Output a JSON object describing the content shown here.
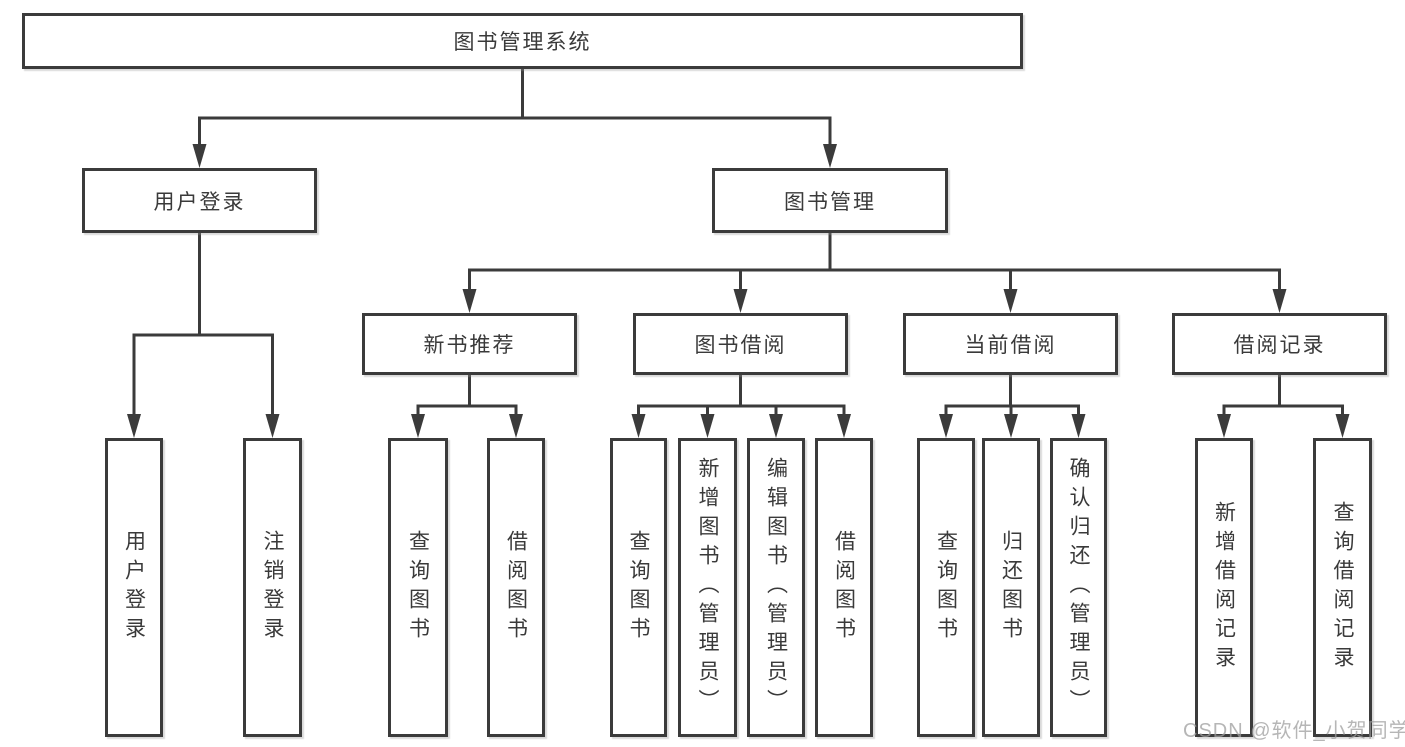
{
  "diagram": {
    "root": "图书管理系统",
    "level2": [
      {
        "label": "用户登录"
      },
      {
        "label": "图书管理"
      }
    ],
    "level3": [
      {
        "label": "新书推荐"
      },
      {
        "label": "图书借阅"
      },
      {
        "label": "当前借阅"
      },
      {
        "label": "借阅记录"
      }
    ],
    "leaves": {
      "user_login": [
        "用户登录",
        "注销登录"
      ],
      "new_book": [
        "查询图书",
        "借阅图书"
      ],
      "book_borrow": [
        "查询图书",
        "新增图书（管理员）",
        "编辑图书（管理员）",
        "借阅图书"
      ],
      "current_borrow": [
        "查询图书",
        "归还图书",
        "确认归还（管理员）"
      ],
      "borrow_record": [
        "新增借阅记录",
        "查询借阅记录"
      ]
    }
  },
  "watermark": "CSDN @软件_小贺同学",
  "colors": {
    "line": "#3b3b3b",
    "text": "#3a3a3a",
    "background": "#ffffff",
    "watermark": "#9e9e9e"
  }
}
